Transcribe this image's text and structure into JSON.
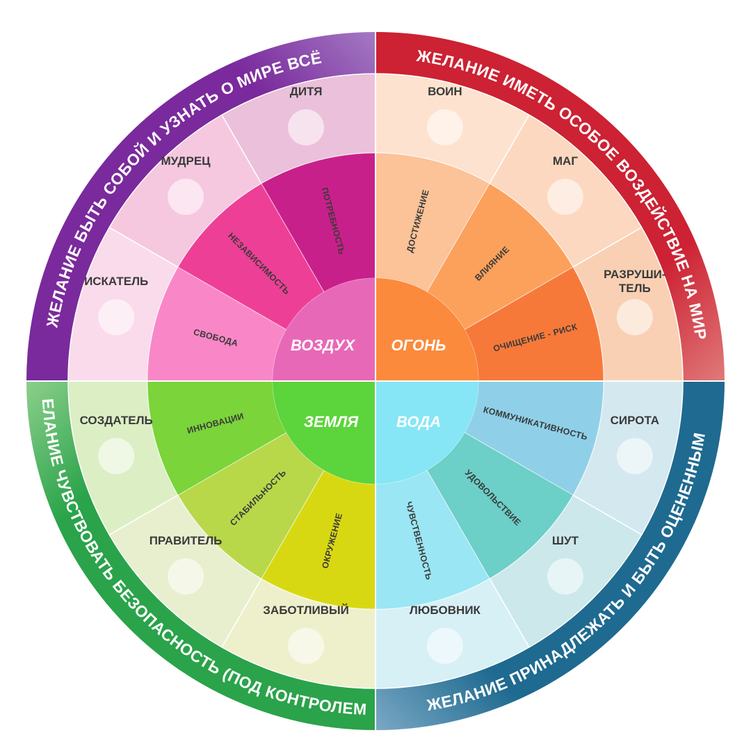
{
  "center": {
    "elements": [
      {
        "key": "air",
        "label": "ВОЗДУХ"
      },
      {
        "key": "fire",
        "label": "ОГОНЬ"
      },
      {
        "key": "earth",
        "label": "ЗЕМЛЯ"
      },
      {
        "key": "water",
        "label": "ВОДА"
      }
    ]
  },
  "quadrants": [
    {
      "key": "air",
      "desire": "ЖЕЛАНИЕ БЫТЬ СОБОЙ И УЗНАТЬ О МИРЕ ВСЁ",
      "colors": {
        "band": "#7a2a9c",
        "bandLight": "#a47ac4",
        "outer": "#f7cfe6",
        "mid": "#ef6fb3",
        "inner": "#e868b8"
      },
      "segments": [
        {
          "archetype": "ИСКАТЕЛЬ",
          "value": "СВОБОДА",
          "outer": "#fadbeb",
          "mid": "#f987c8"
        },
        {
          "archetype": "МУДРЕЦ",
          "value": "НЕЗАВИСИМОСТЬ",
          "outer": "#f5c8e0",
          "mid": "#ee3f97"
        },
        {
          "archetype": "ДИТЯ",
          "value": "ПОТРЕБНОСТЬ",
          "outer": "#ebc0da",
          "mid": "#c8208a"
        }
      ]
    },
    {
      "key": "fire",
      "desire": "ЖЕЛАНИЕ ИМЕТЬ ОСОБОЕ ВОЗДЕЙСТВИЕ НА МИР",
      "colors": {
        "band": "#cc2233",
        "bandLight": "#e07a7a",
        "outer": "#fce0cc",
        "mid": "#fbb07a",
        "inner": "#fb8a3c"
      },
      "segments": [
        {
          "archetype": "ВОИН",
          "value": "ДОСТИЖЕНИЕ",
          "outer": "#fde2cf",
          "mid": "#fcc298"
        },
        {
          "archetype": "МАГ",
          "value": "ВЛИЯНИЕ",
          "outer": "#fbd8bf",
          "mid": "#fca15c"
        },
        {
          "archetype": "РАЗРУШИ-\nТЕЛЬ",
          "value": "ОЧИЩЕНИЕ - РИСК",
          "outer": "#f9d0b4",
          "mid": "#f7793a"
        }
      ]
    },
    {
      "key": "water",
      "desire": "ЖЕЛАНИЕ ПРИНАДЛЕЖАТЬ И БЫТЬ ОЦЕНЕННЫМ",
      "colors": {
        "band": "#1f6a90",
        "bandLight": "#7aa8c4",
        "outer": "#cfe8ef",
        "mid": "#8ad8e8",
        "inner": "#86e6f6"
      },
      "segments": [
        {
          "archetype": "СИРОТА",
          "value": "КОММУНИКАТИВНОСТЬ",
          "outer": "#d4e8f0",
          "mid": "#8fd0e8"
        },
        {
          "archetype": "ШУТ",
          "value": "УДОВОЛЬСТВИЕ",
          "outer": "#cce8ea",
          "mid": "#6ccfc8"
        },
        {
          "archetype": "ЛЮБОВНИК",
          "value": "ЧУВСТВЕННОСТЬ",
          "outer": "#d6f0f6",
          "mid": "#9ae6f4"
        }
      ]
    },
    {
      "key": "earth",
      "desire": "ЖЕЛАНИЕ ЧУВСТВОВАТЬ БЕЗОПАСНОСТЬ (ПОД КОНТРОЛЕМ)",
      "colors": {
        "band": "#2aa34a",
        "bandLight": "#8ccf8c",
        "outer": "#e6efd0",
        "mid": "#8ad43a",
        "inner": "#5cd43c"
      },
      "segments": [
        {
          "archetype": "ЗАБОТЛИВЫЙ",
          "value": "ОКРУЖЕНИЕ",
          "outer": "#eef0cc",
          "mid": "#d8d812"
        },
        {
          "archetype": "ПРАВИТЕЛЬ",
          "value": "СТАБИЛЬНОСТЬ",
          "outer": "#e8efcf",
          "mid": "#b8d84a"
        },
        {
          "archetype": "СОЗДАТЕЛЬ",
          "value": "ИННОВАЦИИ",
          "outer": "#dcefc4",
          "mid": "#7ad43a"
        }
      ]
    }
  ]
}
